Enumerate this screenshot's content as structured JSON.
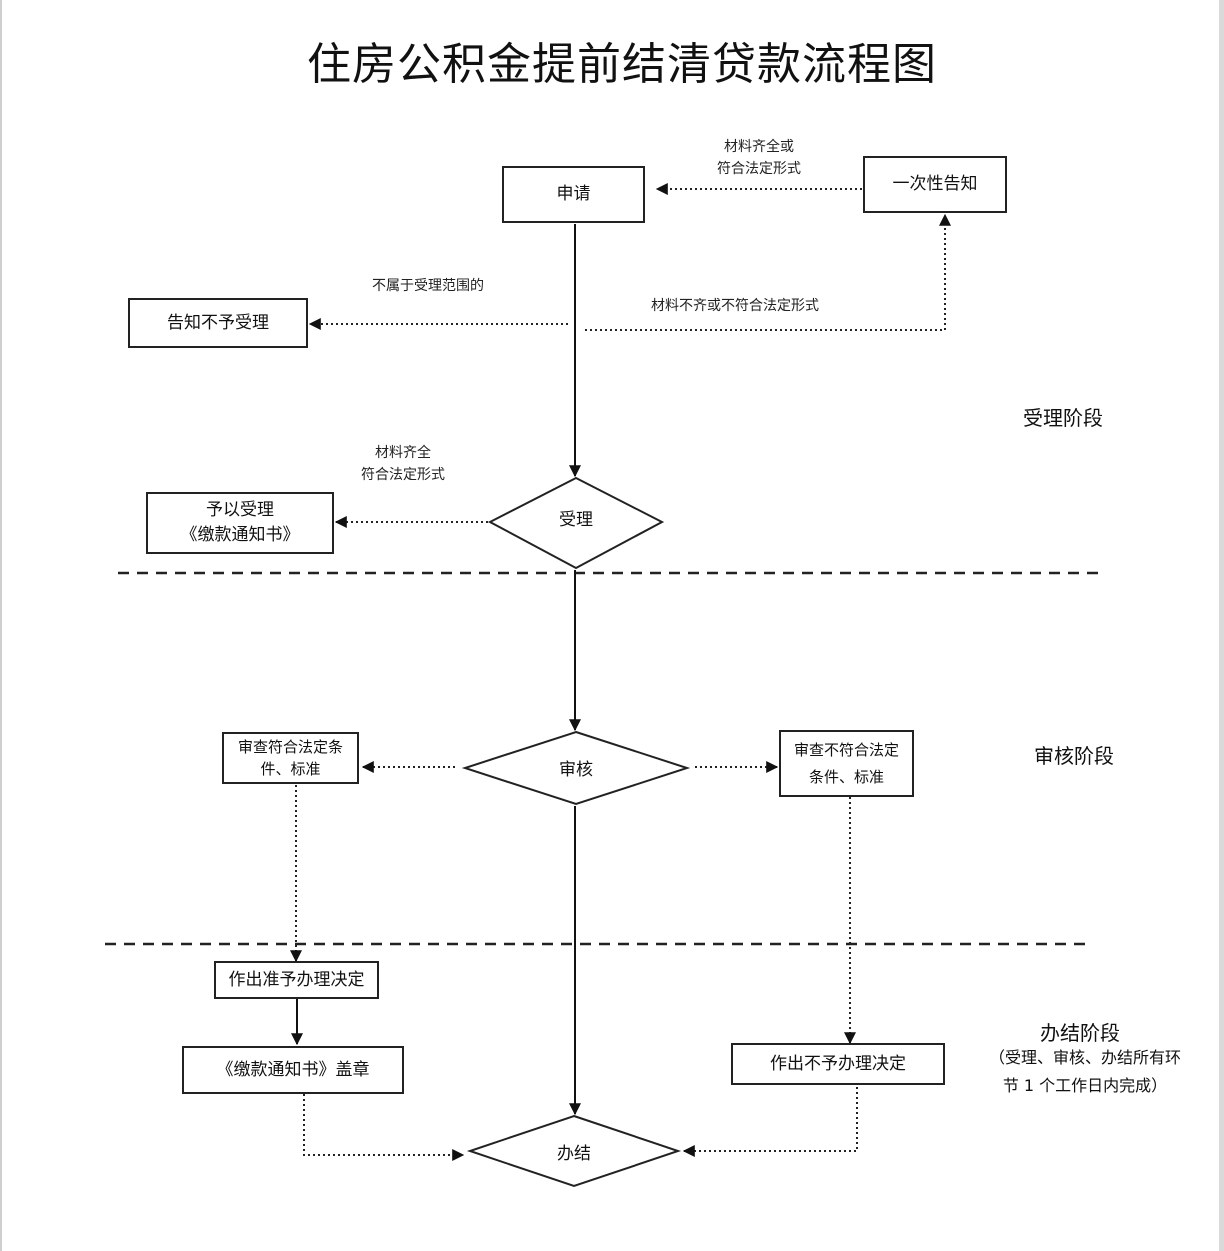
{
  "title": "住房公积金提前结清贷款流程图",
  "nodes": {
    "apply": "申请",
    "one_time_notice": "一次性告知",
    "not_accepted_notice": "告知不予受理",
    "grant_acceptance": {
      "line1": "予以受理",
      "line2": "《缴款通知书》"
    },
    "accept": "受理",
    "review": "审核",
    "review_pass": {
      "line1": "审查符合法定条",
      "line2": "件、标准"
    },
    "review_fail": {
      "line1": "审查不符合法定",
      "line2": "条件、标准"
    },
    "approve_decision": "作出准予办理决定",
    "stamp_notice": "《缴款通知书》盖章",
    "reject_decision": "作出不予办理决定",
    "complete": "办结"
  },
  "edge_labels": {
    "materials_complete_or_legal": {
      "line1": "材料齐全或",
      "line2": "符合法定形式"
    },
    "not_in_scope": "不属于受理范围的",
    "materials_incomplete": "材料不齐或不符合法定形式",
    "materials_complete_legal": {
      "line1": "材料齐全",
      "line2": "符合法定形式"
    }
  },
  "stages": {
    "acceptance": "受理阶段",
    "review": "审核阶段",
    "completion": "办结阶段",
    "completion_note": {
      "line1": "（受理、审核、办结所有环",
      "line2": "节 1 个工作日内完成）"
    }
  }
}
